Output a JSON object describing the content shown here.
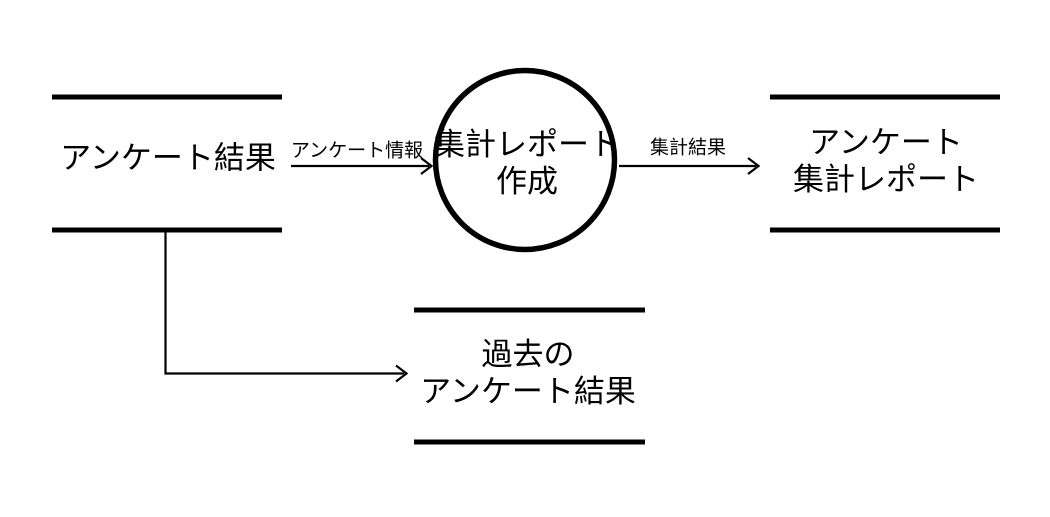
{
  "diagram": {
    "kind": "data-flow-diagram",
    "colors": {
      "ink": "#000000",
      "background": "#ffffff"
    },
    "nodes": {
      "survey_results_store": {
        "shape": "data-store",
        "label": "アンケート結果"
      },
      "create_report_process": {
        "shape": "process-circle",
        "label": "集計レポート\n作成"
      },
      "survey_summary_report_store": {
        "shape": "data-store",
        "label": "アンケート\n集計レポート"
      },
      "past_survey_results_store": {
        "shape": "data-store",
        "label": "過去の\nアンケート結果"
      }
    },
    "flows": {
      "survey_info": {
        "label": "アンケート情報",
        "from": "survey_results_store",
        "to": "create_report_process"
      },
      "summary_result": {
        "label": "集計結果",
        "from": "create_report_process",
        "to": "survey_summary_report_store"
      },
      "store_past_results": {
        "label": "",
        "from": "survey_results_store",
        "to": "past_survey_results_store"
      }
    }
  }
}
